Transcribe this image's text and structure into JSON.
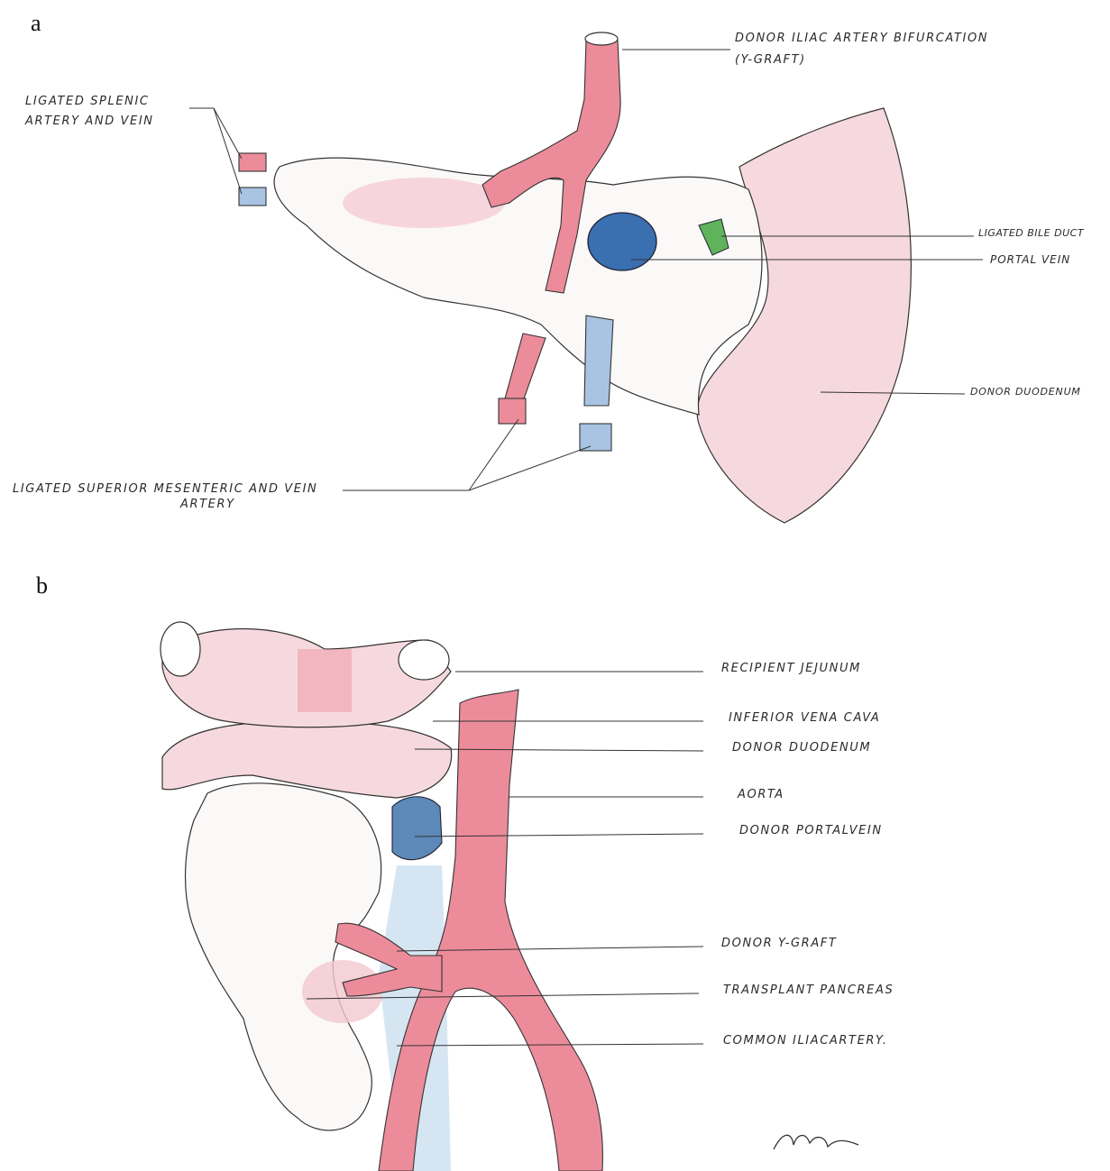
{
  "panels": {
    "a": {
      "letter": "a",
      "labels": {
        "splenic": [
          "LIGATED SPLENIC",
          "ARTERY AND VEIN"
        ],
        "iliac": [
          "DONOR ILIAC ARTERY BIFURCATION",
          "(Y-GRAFT)"
        ],
        "bile_duct": "LIGATED BILE DUCT",
        "portal_vein": "PORTAL VEIN",
        "duodenum": "DONOR DUODENUM",
        "sma": [
          "LIGATED SUPERIOR MESENTERIC AND VEIN",
          "ARTERY"
        ]
      }
    },
    "b": {
      "letter": "b",
      "labels": {
        "jejunum": "RECIPIENT JEJUNUM",
        "ivc": "INFERIOR VENA CAVA",
        "duodenum": "DONOR DUODENUM",
        "aorta": "AORTA",
        "portal_vein": "DONOR PORTALVEIN",
        "y_graft": "DONOR Y-GRAFT",
        "pancreas": "TRANSPLANT PANCREAS",
        "common_iliac": "COMMON ILIACARTERY."
      }
    }
  },
  "signature": "",
  "colors": {
    "artery": "#ec8c9b",
    "vein": "#a9c4e2",
    "portal_vein_a": "#3a6fb0",
    "bile_duct": "#5fb35a",
    "tissue_pink": "#f6d9de"
  }
}
